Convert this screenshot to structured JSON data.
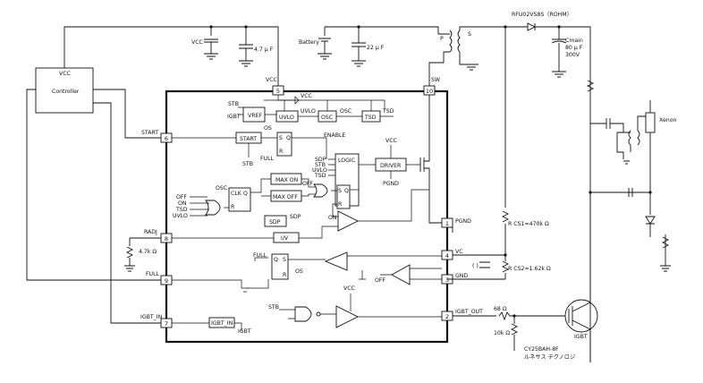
{
  "labels": {
    "vcc_controller": "VCC",
    "controller": "Controller",
    "vcc_cap": "VCC",
    "cap_4_7uF": "4.7 μ F",
    "battery": "Battery",
    "cap_22uF": "22 μ F",
    "trans_p": "P",
    "trans_s": "S",
    "diode_part": "RFU02VS8S（ROHM）",
    "cmain": "Cmain",
    "cmain_val1": "80 μ F",
    "cmain_val2": "300V",
    "xenon": "Xenon",
    "pin_vcc": "VCC",
    "pin_sw": "SW",
    "vcc_internal": "VCC",
    "stb": "STB",
    "igbt_in_vref": "IGBT",
    "vref": "VREF",
    "uvlo": "UVLO",
    "uvlo_out": "UVLO",
    "osc": "OSC",
    "osc_out": "OSC",
    "tsd": "TSD",
    "tsd_out": "TSD",
    "start_pin": "START",
    "start_block": "START",
    "os": "OS",
    "full_start": "FULL",
    "stb_start": "STB",
    "sr_s": "S",
    "sr_q": "Q",
    "sr_r": "R",
    "enable": "ENABLE",
    "vcc_driver": "VCC",
    "sdp_in": "SDP",
    "stb_in": "STB",
    "uvlo_in": "UVLO",
    "tsd_in": "TSD",
    "logic": "LOGIC",
    "driver": "DRIVER",
    "pgnd_internal": "PGND",
    "osc_clk": "OSC",
    "clk": "CLK",
    "clk_q": "Q",
    "clk_r": "R",
    "off_in": "OFF",
    "on_in": "ON",
    "tsd_in2": "TSD",
    "uvlo_in2": "UVLO",
    "max_on": "MAX ON",
    "max_off": "MAX OFF",
    "off_label": "OFF",
    "sr2_s": "S",
    "sr2_q": "Q",
    "sr2_r": "R",
    "on_label": "ON",
    "sdp": "SDP",
    "sdp_out": "SDP",
    "iv": "I/V",
    "pgnd_pin": "PGND",
    "radj": "RADJ",
    "res_47k": "4.7k Ω",
    "rcs1": "R CS1=470k Ω",
    "rcs2": "R CS2=1.62k Ω",
    "vc_pin": "VC",
    "gnd_pin": "GND",
    "full_out": "FULL",
    "sr3_q": "Q",
    "sr3_s": "S",
    "sr3_r": "R",
    "os2": "OS",
    "off2": "OFF",
    "full_pin": "FULL",
    "vcc_gate": "VCC",
    "stb_gate": "STB",
    "igbt_in_pin": "IGBT_IN",
    "igbt_in_block": "IGBT_IN",
    "igbt_sig": "IGBT",
    "igbt_out_pin": "IGBT_OUT",
    "res_68": "68 Ω",
    "res_10k": "10k Ω",
    "igbt_label": "IGBT",
    "igbt_part": "CY25BAH-8F",
    "igbt_maker": "ルネサス  テクノロジ"
  },
  "pins": [
    {
      "number": "5",
      "name": "VCC"
    },
    {
      "number": "10",
      "name": "SW"
    },
    {
      "number": "6",
      "name": "START"
    },
    {
      "number": "1",
      "name": "PGND"
    },
    {
      "number": "8",
      "name": "RADJ"
    },
    {
      "number": "4",
      "name": "VC"
    },
    {
      "number": "3",
      "name": "GND"
    },
    {
      "number": "9",
      "name": "FULL"
    },
    {
      "number": "7",
      "name": "IGBT_IN"
    },
    {
      "number": "2",
      "name": "IGBT_OUT"
    }
  ]
}
